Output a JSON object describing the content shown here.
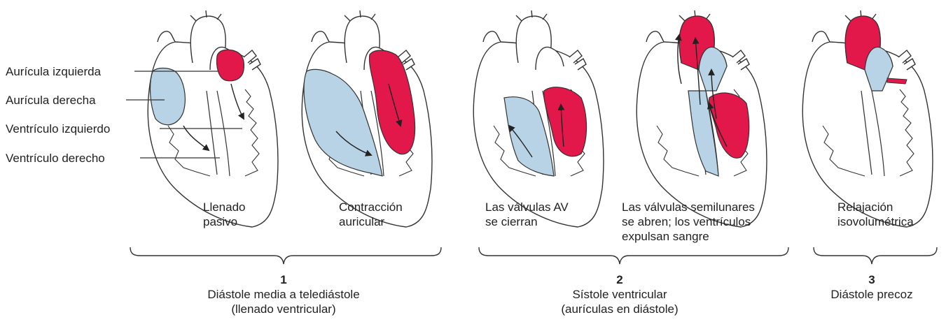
{
  "labels": {
    "left_atrium": "Aurícula izquierda",
    "right_atrium": "Aurícula derecha",
    "left_ventricle": "Ventrículo izquierdo",
    "right_ventricle": "Ventrículo derecho"
  },
  "stages": [
    {
      "line1": "Llenado",
      "line2": "pasivo",
      "line3": ""
    },
    {
      "line1": "Contracción",
      "line2": "auricular",
      "line3": ""
    },
    {
      "line1": "Las válvulas AV",
      "line2": "se cierran",
      "line3": ""
    },
    {
      "line1": "Las válvulas semilunares",
      "line2": "se abren; los ventrículos",
      "line3": "expulsan sangre"
    },
    {
      "line1": "Relajación",
      "line2": "isovolumétrica",
      "line3": ""
    }
  ],
  "phases": [
    {
      "number": "1",
      "line1": "Diástole media a telediástole",
      "line2": "(llenado ventricular)"
    },
    {
      "number": "2",
      "line1": "Sístole ventricular",
      "line2": "(aurículas en diástole)"
    },
    {
      "number": "3",
      "line1": "Diástole precoz",
      "line2": ""
    }
  ],
  "colors": {
    "oxygenated": "#e2174a",
    "deoxygenated": "#b8d3e6",
    "outline": "#333333"
  }
}
